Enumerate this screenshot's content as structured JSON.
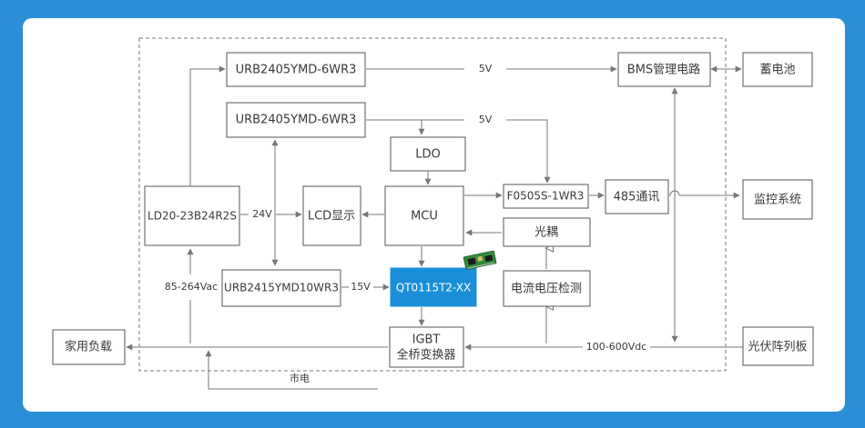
{
  "colors": {
    "background": "#2a8fd6",
    "panel": "#ffffff",
    "box_border": "#555555",
    "line": "#777777",
    "highlight_box": "#1a8fd8",
    "highlight_text": "#ffffff",
    "chip_board": "#2f8a3a"
  },
  "blocks": {
    "urb_top": "URB2405YMD-6WR3",
    "urb_mid": "URB2405YMD-6WR3",
    "bms": "BMS管理电路",
    "battery": "蓄电池",
    "ldo": "LDO",
    "ld20": "LD20-23B24R2S",
    "lcd": "LCD显示",
    "mcu": "MCU",
    "f0505": "F0505S-1WR3",
    "rs485": "485通讯",
    "monitor": "监控系统",
    "optocoupler": "光耦",
    "urb2415": "URB2415YMD10WR3",
    "qt0115": "QT0115T2-XX",
    "sensing": "电流电压检测",
    "home_load": "家用负载",
    "igbt_line1": "IGBT",
    "igbt_line2": "全桥变换器",
    "pv": "光伏阵列板"
  },
  "labels": {
    "v5_top": "5V",
    "v5_mid": "5V",
    "v24": "24V",
    "v15": "15V",
    "vac": "85-264Vac",
    "vdc": "100-600Vdc",
    "grid": "市电"
  },
  "icons": {
    "qt_module": "pcb-module-icon"
  }
}
